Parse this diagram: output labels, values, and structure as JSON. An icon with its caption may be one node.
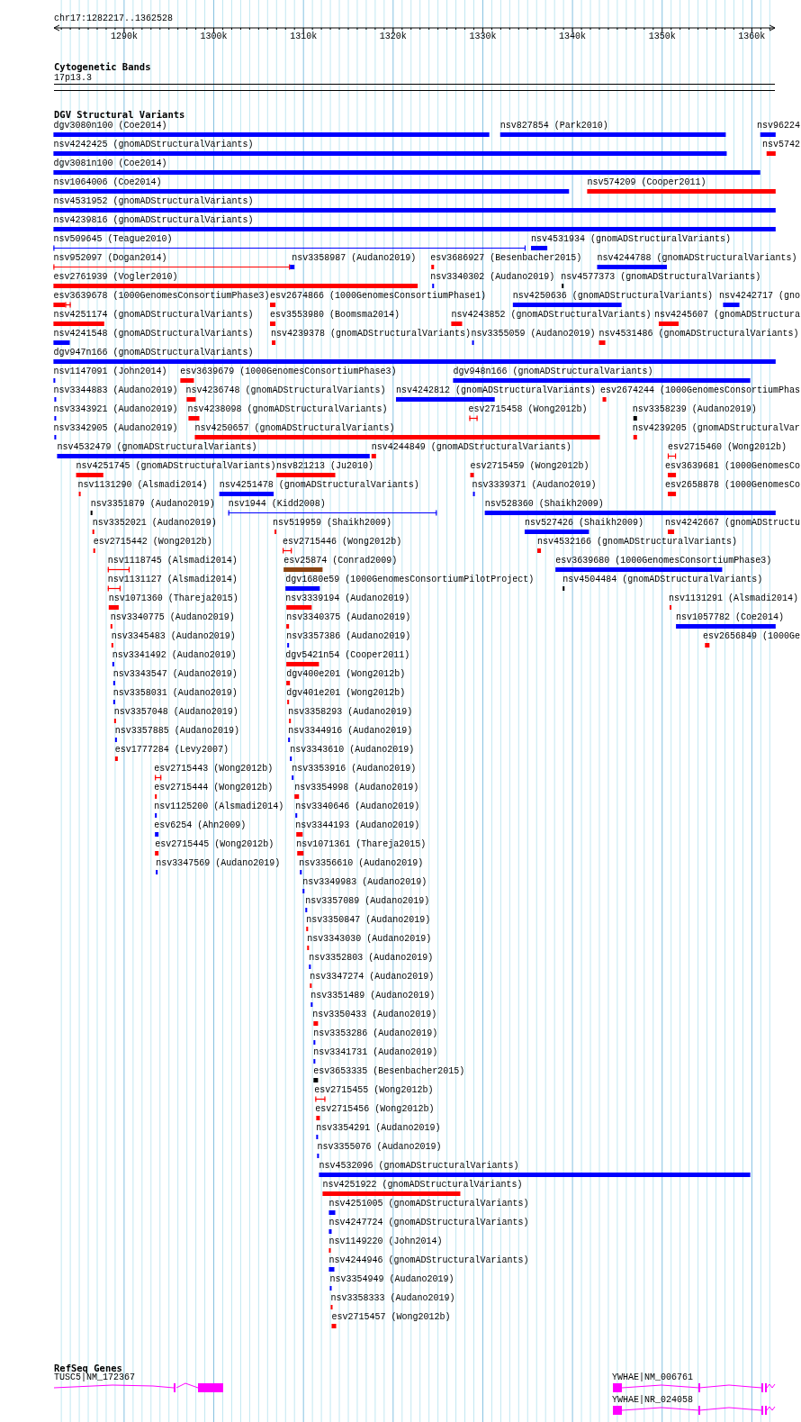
{
  "diagram": {
    "title": "chr17:1282217..1362528",
    "labels": [
      "1290k",
      "1300k",
      "1310k",
      "1320k",
      "1330k",
      "1340k",
      "1350k",
      "1360k",
      "Cytogenetic Bands",
      "17p13.3",
      "DGV Structural Variants",
      "dgv3080n100 (Coe2014)",
      "nsv827854 (Park2010)",
      "nsv96224",
      "nsv4242425 (gnomADStructuralVariants)",
      "nsv5742",
      "dgv3081n100 (Coe2014)",
      "nsv1064006 (Coe2014)",
      "nsv574209 (Cooper2011)",
      "nsv4531952 (gnomADStructuralVariants)",
      "nsv4239816 (gnomADStructuralVariants)",
      "nsv509645 (Teague2010)",
      "nsv4531934 (gnomADStructuralVariants)",
      "nsv952097 (Dogan2014)",
      "nsv3358987 (Audano2019)",
      "esv3686927 (Besenbacher2015)",
      "nsv4244788 (gnomADStructuralVariants)",
      "esv2761939 (Vogler2010)",
      "nsv3340302 (Audano2019)",
      "nsv4577373 (gnomADStructuralVariants)",
      "esv3639678 (1000GenomesConsortiumPhase3)",
      "esv2674866 (1000GenomesConsortiumPhase1)",
      "nsv4250636 (gnomADStructuralVariants)",
      "nsv4242717 (gno",
      "nsv4251174 (gnomADStructuralVariants)",
      "esv3553980 (Boomsma2014)",
      "nsv4243852 (gnomADStructuralVariants)",
      "nsv4245607 (gnomADStructura",
      "nsv4241548 (gnomADStructuralVariants)",
      "nsv4239378 (gnomADStructuralVariants)",
      "nsv3355059 (Audano2019)",
      "nsv4531486 (gnomADStructuralVariants)",
      "dgv947n166 (gnomADStructuralVariants)",
      "nsv1147091 (John2014)",
      "esv3639679 (1000GenomesConsortiumPhase3)",
      "dgv948n166 (gnomADStructuralVariants)",
      "nsv3344883 (Audano2019)",
      "nsv4236748 (gnomADStructuralVariants)",
      "nsv4242812 (gnomADStructuralVariants)",
      "esv2674244 (1000GenomesConsortiumPhas",
      "nsv3343921 (Audano2019)",
      "nsv4238098 (gnomADStructuralVariants)",
      "esv2715458 (Wong2012b)",
      "nsv3358239 (Audano2019)",
      "nsv3342905 (Audano2019)",
      "nsv4250657 (gnomADStructuralVariants)",
      "nsv4239205 (gnomADStructuralVar",
      "nsv4532479 (gnomADStructuralVariants)",
      "nsv4244849 (gnomADStructuralVariants)",
      "esv2715460 (Wong2012b)",
      "nsv4251745 (gnomADStructuralVariants)",
      "nsv821213 (Ju2010)",
      "esv2715459 (Wong2012b)",
      "esv3639681 (1000GenomesCo",
      "nsv1131290 (Alsmadi2014)",
      "nsv4251478 (gnomADStructuralVariants)",
      "nsv3339371 (Audano2019)",
      "esv2658878 (1000GenomesCo",
      "nsv3351879 (Audano2019)",
      "nsv1944 (Kidd2008)",
      "nsv528360 (Shaikh2009)",
      "nsv3352021 (Audano2019)",
      "nsv519959 (Shaikh2009)",
      "nsv527426 (Shaikh2009)",
      "nsv4242667 (gnomADStructu",
      "esv2715442 (Wong2012b)",
      "esv2715446 (Wong2012b)",
      "nsv4532166 (gnomADStructuralVariants)",
      "nsv1118745 (Alsmadi2014)",
      "esv25874 (Conrad2009)",
      "esv3639680 (1000GenomesConsortiumPhase3)",
      "nsv1131127 (Alsmadi2014)",
      "dgv1680e59 (1000GenomesConsortiumPilotProject)",
      "nsv4504484 (gnomADStructuralVariants)",
      "nsv1071360 (Thareja2015)",
      "nsv3339194 (Audano2019)",
      "nsv1131291 (Alsmadi2014)",
      "nsv3340775 (Audano2019)",
      "nsv3340375 (Audano2019)",
      "nsv1057782 (Coe2014)",
      "nsv3345483 (Audano2019)",
      "nsv3357386 (Audano2019)",
      "esv2656849 (1000Ge",
      "nsv3341492 (Audano2019)",
      "dgv5421n54 (Cooper2011)",
      "nsv3343547 (Audano2019)",
      "dgv400e201 (Wong2012b)",
      "nsv3358031 (Audano2019)",
      "dgv401e201 (Wong2012b)",
      "nsv3357048 (Audano2019)",
      "nsv3358293 (Audano2019)",
      "nsv3357885 (Audano2019)",
      "nsv3344916 (Audano2019)",
      "esv1777284 (Levy2007)",
      "nsv3343610 (Audano2019)",
      "esv2715443 (Wong2012b)",
      "nsv3353916 (Audano2019)",
      "esv2715444 (Wong2012b)",
      "nsv3354998 (Audano2019)",
      "nsv1125200 (Alsmadi2014)",
      "nsv3340646 (Audano2019)",
      "esv6254 (Ahn2009)",
      "nsv3344193 (Audano2019)",
      "esv2715445 (Wong2012b)",
      "nsv1071361 (Thareja2015)",
      "nsv3347569 (Audano2019)",
      "nsv3356610 (Audano2019)",
      "nsv3349983 (Audano2019)",
      "nsv3357089 (Audano2019)",
      "nsv3350847 (Audano2019)",
      "nsv3343030 (Audano2019)",
      "nsv3352803 (Audano2019)",
      "nsv3347274 (Audano2019)",
      "nsv3351489 (Audano2019)",
      "nsv3350433 (Audano2019)",
      "nsv3353286 (Audano2019)",
      "nsv3341731 (Audano2019)",
      "esv3653335 (Besenbacher2015)",
      "esv2715455 (Wong2012b)",
      "esv2715456 (Wong2012b)",
      "nsv3354291 (Audano2019)",
      "nsv3355076 (Audano2019)",
      "nsv4532096 (gnomADStructuralVariants)",
      "nsv4251922 (gnomADStructuralVariants)",
      "nsv4251005 (gnomADStructuralVariants)",
      "nsv4247724 (gnomADStructuralVariants)",
      "nsv1149220 (John2014)",
      "nsv4244946 (gnomADStructuralVariants)",
      "nsv3354949 (Audano2019)",
      "nsv3358333 (Audano2019)",
      "esv2715457 (Wong2012b)",
      "RefSeq Genes",
      "TUSC5|NM_172367",
      "YWHAE|NM_006761",
      "YWHAE|NR_024058"
    ]
  }
}
